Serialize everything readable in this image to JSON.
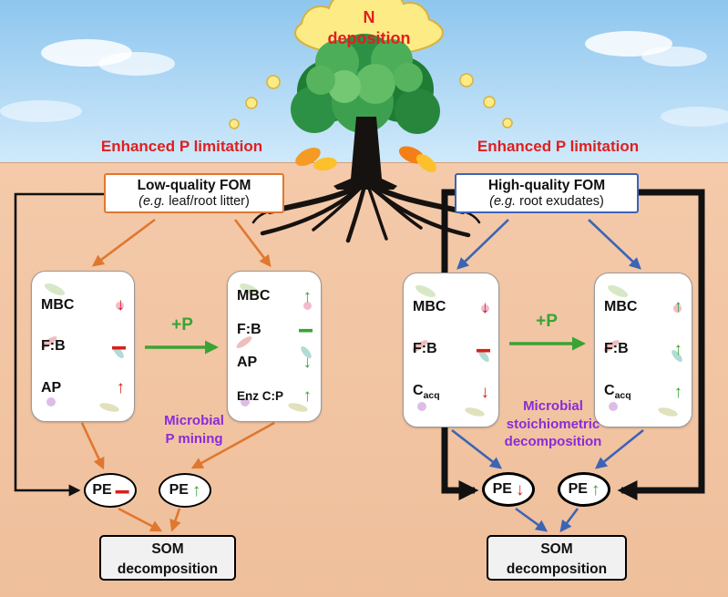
{
  "palette": {
    "red": "#da1f1a",
    "green": "#3aa335",
    "orange": "#e0772f",
    "blue": "#3c64b5",
    "purple": "#8a2bd8",
    "sky": "#8ec6ee",
    "soil": "#f2c5a4",
    "cloud_fill": "#fdeb86",
    "black": "#111111"
  },
  "cloud": {
    "line1": "N",
    "line2": "deposition"
  },
  "left": {
    "limitation": "Enhanced P limitation",
    "fom": {
      "title": "Low-quality FOM",
      "eg": "(e.g.",
      "rest": " leaf/root litter)"
    },
    "plus_p": "+P",
    "mechanism": "Microbial\nP mining",
    "box1": {
      "items": [
        {
          "label": "MBC",
          "symbol": "↓",
          "color": "red"
        },
        {
          "label": "F:B",
          "symbol": "—",
          "color": "red"
        },
        {
          "label": "AP",
          "symbol": "↑",
          "color": "red"
        }
      ]
    },
    "box2": {
      "items": [
        {
          "label": "MBC",
          "symbol": "↑",
          "color": "green"
        },
        {
          "label": "F:B",
          "symbol": "—",
          "color": "green"
        },
        {
          "label": "AP",
          "symbol": "↓",
          "color": "green"
        },
        {
          "label": "Enz C:P",
          "symbol": "↑",
          "color": "green"
        }
      ]
    },
    "pe1": {
      "label": "PE",
      "symbol": "—",
      "color": "red"
    },
    "pe2": {
      "label": "PE",
      "symbol": "↑",
      "color": "green"
    },
    "som": "SOM\ndecomposition"
  },
  "right": {
    "limitation": "Enhanced P limitation",
    "fom": {
      "title": "High-quality FOM",
      "eg": "(e.g.",
      "rest": " root exudates)"
    },
    "plus_p": "+P",
    "mechanism": "Microbial\nstoichiometric\ndecomposition",
    "box1": {
      "items": [
        {
          "label": "MBC",
          "symbol": "↓",
          "color": "red"
        },
        {
          "label": "F:B",
          "symbol": "—",
          "color": "red"
        },
        {
          "label": "C",
          "sub": "acq",
          "symbol": "↓",
          "color": "red"
        }
      ]
    },
    "box2": {
      "items": [
        {
          "label": "MBC",
          "symbol": "↑",
          "color": "green"
        },
        {
          "label": "F:B",
          "symbol": "↑",
          "color": "green"
        },
        {
          "label": "C",
          "sub": "acq",
          "symbol": "↑",
          "color": "green"
        }
      ]
    },
    "pe1": {
      "label": "PE",
      "symbol": "↓",
      "color": "red"
    },
    "pe2": {
      "label": "PE",
      "symbol": "↑",
      "color": "green"
    },
    "som": "SOM\ndecomposition"
  }
}
